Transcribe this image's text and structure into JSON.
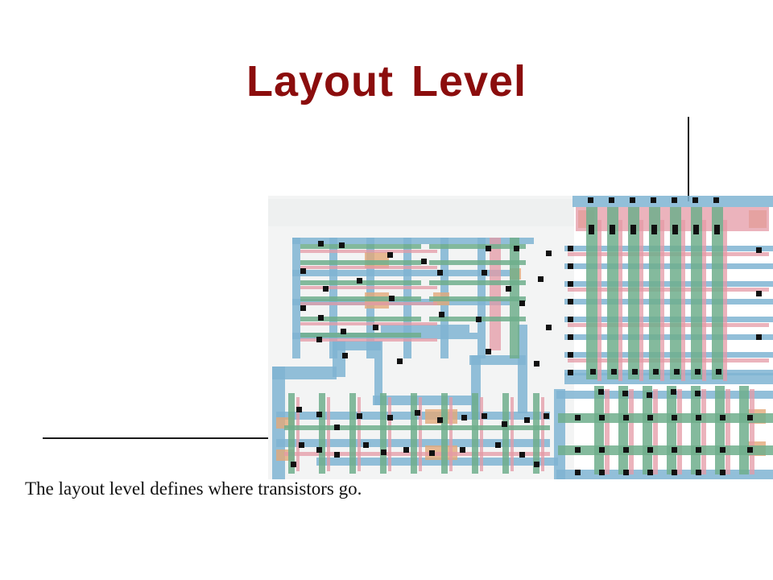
{
  "slide": {
    "title": "Layout Level",
    "caption": "The layout level defines where transistors go."
  },
  "colors": {
    "title": "#8b0d0d",
    "caption": "#111111",
    "metal": "#7fb4d2",
    "poly": "#e49aa6",
    "diffusion": "#6fae8c",
    "implant": "#e2a979",
    "contact": "#111111",
    "background": "#ffffff"
  },
  "figure": {
    "icon": "cmos-layout-diagram"
  }
}
